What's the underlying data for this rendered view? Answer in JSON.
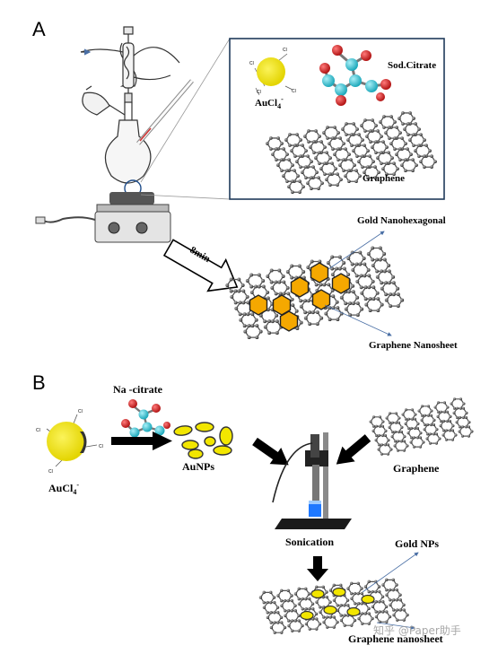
{
  "panels": {
    "a": {
      "letter": "A"
    },
    "b": {
      "letter": "B"
    }
  },
  "panel_a": {
    "gold_precursor": "AuCl",
    "gold_precursor_sub": "4",
    "gold_precursor_sup": "-",
    "citrate": "Sod.Citrate",
    "graphene": "Graphene",
    "time": "8min",
    "gold_nanohexagonal": "Gold Nanohexagonal",
    "graphene_nanosheet": "Graphene Nanosheet",
    "chloride": "Cl"
  },
  "panel_b": {
    "na_citrate": "Na -citrate",
    "gold_precursor": "AuCl",
    "gold_precursor_sub": "4",
    "gold_precursor_sup": "-",
    "aunps": "AuNPs",
    "graphene": "Graphene",
    "sonication": "Sonication",
    "gold_nps": "Gold NPs",
    "graphene_nanosheet": "Graphene nanosheet",
    "chloride": "Cl"
  },
  "watermark": "知乎 @Paper助手",
  "colors": {
    "gold": "#f2e600",
    "hexagon": "#f5a800",
    "carbon": "#3a3a3a",
    "oxygen": "#cc1f1f",
    "citrate_carbon": "#3fc8d8",
    "arrow_blue": "#4a6fa5",
    "inset_border": "#1f3a5a"
  }
}
